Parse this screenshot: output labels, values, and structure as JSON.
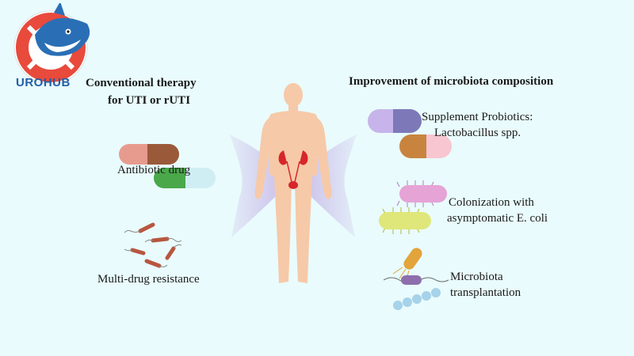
{
  "logo": {
    "text": "UROHUB",
    "colors": {
      "ring": "#e84a3c",
      "shark": "#2a6fb5",
      "text": "#1f5fa8"
    }
  },
  "left": {
    "title_line1": "Conventional therapy",
    "title_line2": "for UTI or rUTI",
    "items": [
      {
        "label": "Antibiotic drug",
        "icon": "capsule-icon"
      },
      {
        "label": "Multi-drug resistance",
        "icon": "bacteria-icon"
      }
    ]
  },
  "right": {
    "title": "Improvement of microbiota composition",
    "items": [
      {
        "line1": "Supplement Probiotics:",
        "line2": "Lactobacillus spp.",
        "icon": "capsule-icon"
      },
      {
        "line1": "Colonization with",
        "line2": "asymptomatic E. coli",
        "icon": "bacteria-icon"
      },
      {
        "line1": "Microbiota",
        "line2": "transplantation",
        "icon": "microbe-icon"
      }
    ]
  },
  "colors": {
    "background": "#e9fbfc",
    "skin": "#f6c9a8",
    "kidney": "#d6262b",
    "wave": "#c8b8e8"
  }
}
